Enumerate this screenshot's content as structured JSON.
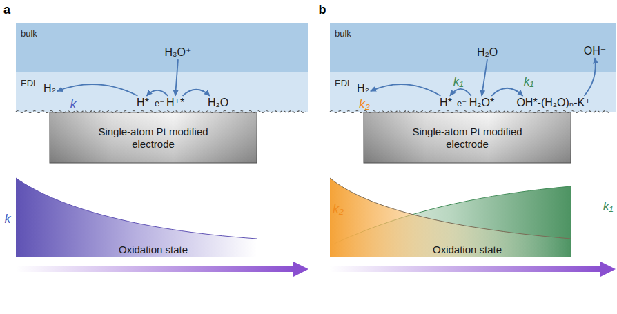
{
  "diagram": {
    "nodes": [
      {
        "text": [
          "bulk"
        ]
      },
      {
        "text": [
          "H₃O⁺"
        ],
        "in": 0
      },
      {
        "text": [
          "EDL"
        ]
      },
      {
        "text": [
          "H₂"
        ],
        "in": 2
      },
      {
        "text": [
          "H*"
        ],
        "in": 2
      },
      {
        "text": [
          "H⁺*"
        ],
        "in": 2
      },
      {
        "text": [
          "H₂O"
        ],
        "in": 2
      },
      {
        "text": [
          "Single-atom Pt modified electrode"
        ]
      },
      {
        "text": [
          "bulk"
        ]
      },
      {
        "text": [
          "H₂O"
        ],
        "in": 8
      },
      {
        "text": [
          "OH⁻"
        ],
        "in": 8
      },
      {
        "text": [
          "EDL"
        ]
      },
      {
        "text": [
          "H₂"
        ],
        "in": 11
      },
      {
        "text": [
          "H*"
        ],
        "in": 11
      },
      {
        "text": [
          "H₂O*"
        ],
        "in": 11
      },
      {
        "text": [
          "OH*-(H₂O)ₙ-K⁺"
        ],
        "in": 11
      },
      {
        "text": [
          "Single-atom Pt modified electrode"
        ]
      }
    ],
    "edges": [
      {
        "from": 1,
        "to": 5,
        "arrow": "to"
      },
      {
        "from": 5,
        "to": 4,
        "label": "e⁻",
        "arrow": "to"
      },
      {
        "from": 4,
        "to": 3,
        "label": "k",
        "arrow": "to"
      },
      {
        "from": 5,
        "to": 6,
        "arrow": "to"
      },
      {
        "from": 9,
        "to": 14,
        "arrow": "to"
      },
      {
        "from": 14,
        "to": 13,
        "label": "k₁",
        "arrow": "to"
      },
      {
        "from": 13,
        "to": 12,
        "label": "k₂",
        "arrow": "to"
      },
      {
        "from": 14,
        "to": 15,
        "label": "k₁",
        "arrow": "to"
      },
      {
        "from": 15,
        "to": 10,
        "arrow": "to"
      }
    ],
    "labels": [
      "a",
      "b",
      "e⁻",
      "k",
      "Oxidation state",
      "k₂",
      "k₁",
      "Oxidation state"
    ]
  }
}
